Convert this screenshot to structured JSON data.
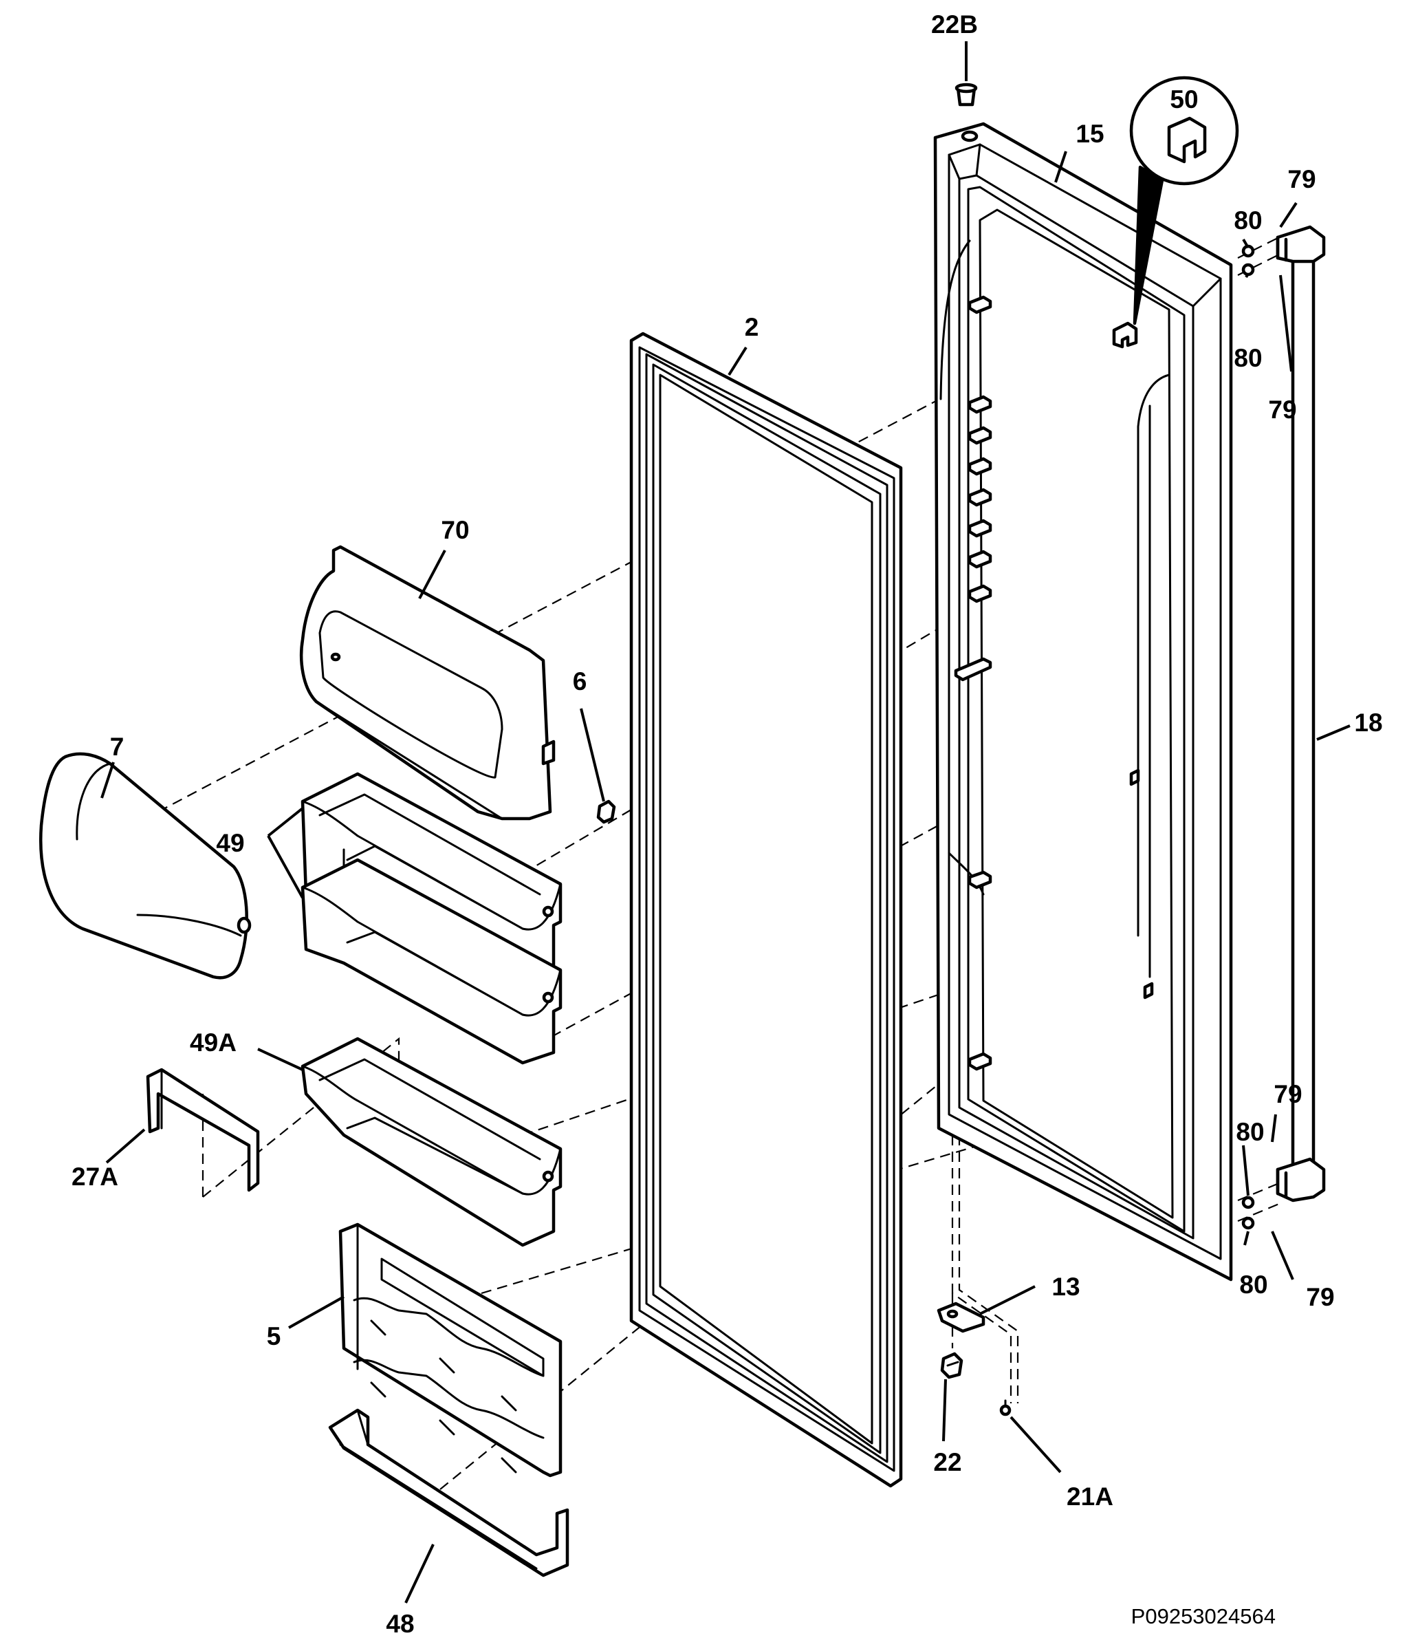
{
  "callouts": {
    "c22B": "22B",
    "c50": "50",
    "c15": "15",
    "c79a": "79",
    "c80a": "80",
    "c80b": "80",
    "c79b": "79",
    "c2": "2",
    "c70": "70",
    "c6": "6",
    "c7": "7",
    "c49": "49",
    "c18": "18",
    "c49A": "49A",
    "c27A": "27A",
    "c79c": "79",
    "c80c": "80",
    "c80d": "80",
    "c79d": "79",
    "c13": "13",
    "c5": "5",
    "c22": "22",
    "c21A": "21A",
    "c48": "48"
  },
  "drawing_code": "P09253024564"
}
